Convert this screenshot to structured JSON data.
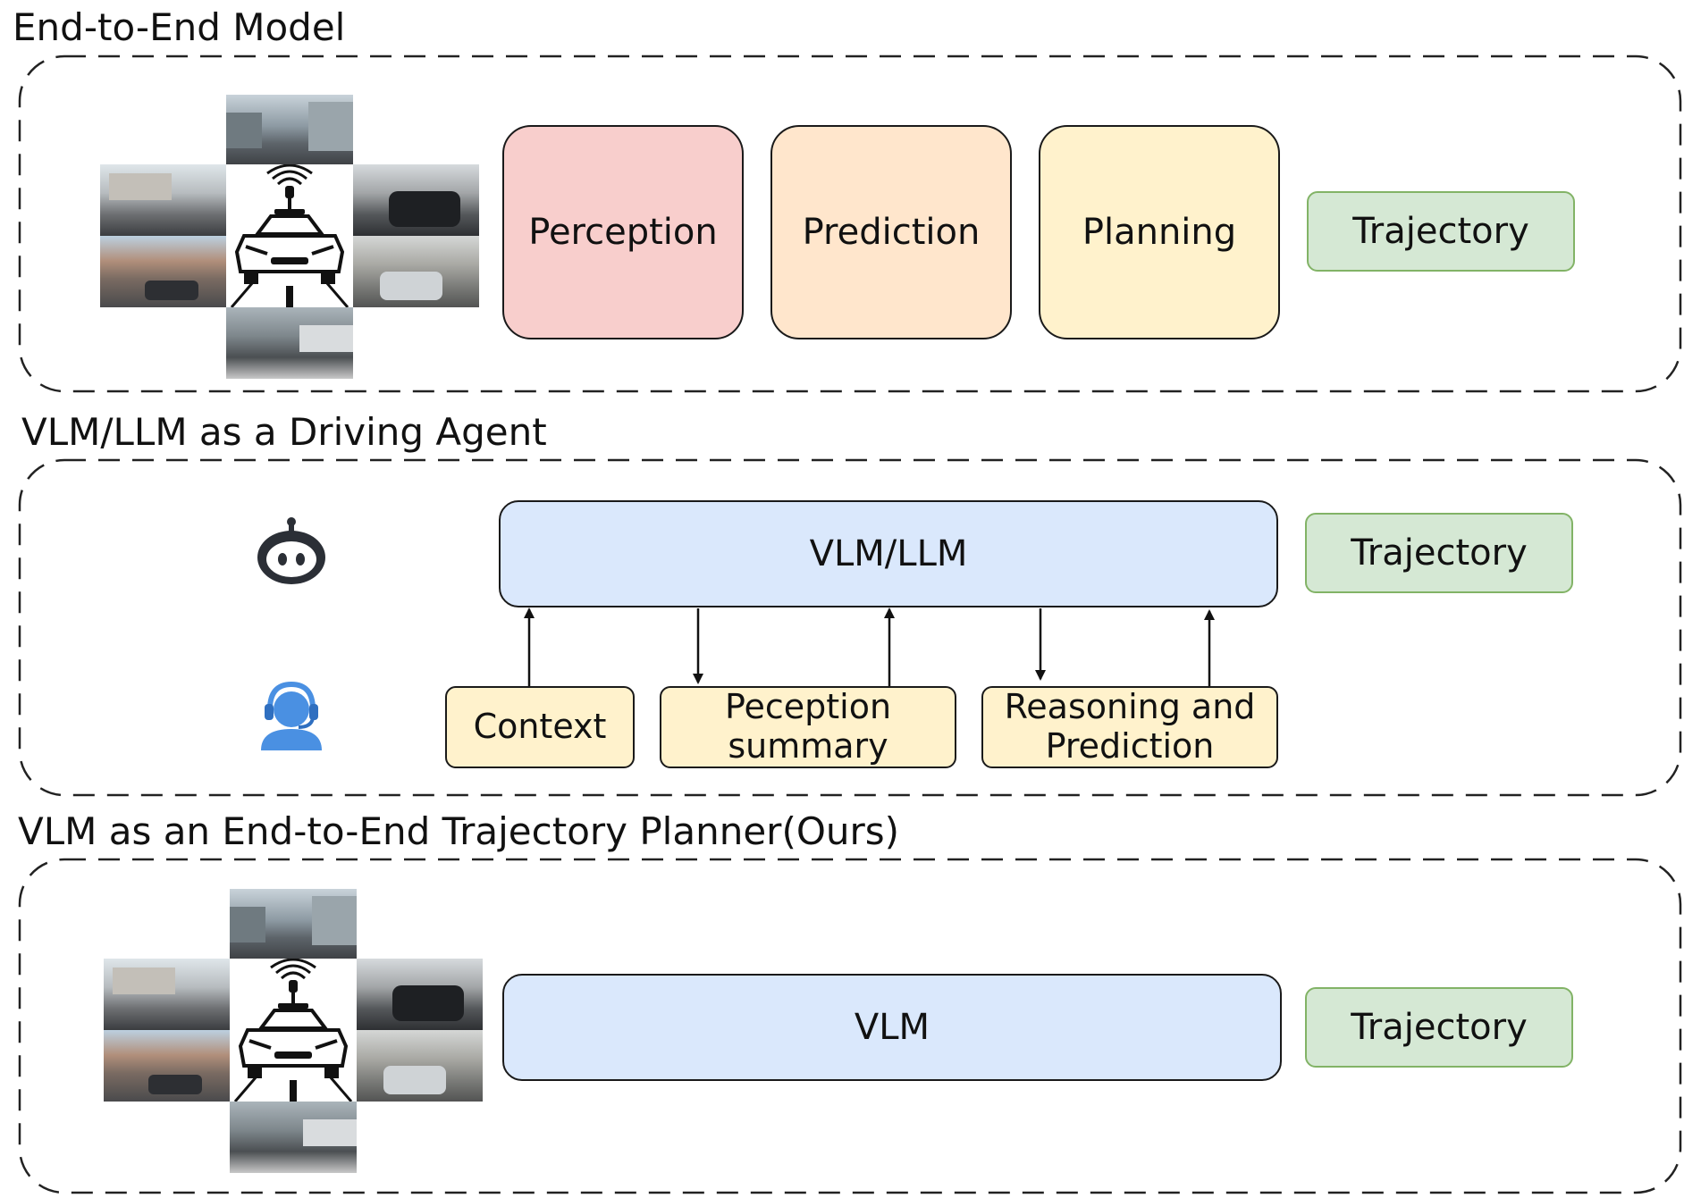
{
  "sections": {
    "e2e": {
      "title": "End-to-End Model"
    },
    "agent": {
      "title": "VLM/LLM as a Driving Agent"
    },
    "ours": {
      "title": "VLM as an End-to-End Trajectory Planner(Ours)"
    }
  },
  "e2e_blocks": {
    "perception": "Perception",
    "prediction": "Prediction",
    "planning": "Planning",
    "trajectory": "Trajectory"
  },
  "agent_blocks": {
    "vlm_llm": "VLM/LLM",
    "trajectory": "Trajectory",
    "context": "Context",
    "perception_summary_line1": "Peception",
    "perception_summary_line2": "summary",
    "reasoning_line1": "Reasoning and",
    "reasoning_line2": "Prediction"
  },
  "ours_blocks": {
    "vlm": "VLM",
    "trajectory": "Trajectory"
  },
  "icons": {
    "sensor_car": "autonomous-car-icon",
    "robot": "robot-icon",
    "operator": "headset-operator-icon",
    "camera_views": "camera-view-thumbnails"
  },
  "colors": {
    "perception_fill": "#f8cecc",
    "prediction_fill": "#ffe6cc",
    "planning_fill": "#fff2cc",
    "trajectory_fill": "#d5e8d4",
    "trajectory_border": "#82b366",
    "vlm_fill": "#dae8fc",
    "small_box_fill": "#fff2cc",
    "operator_blue": "#4a90e2",
    "robot_dark": "#2b2f36"
  }
}
